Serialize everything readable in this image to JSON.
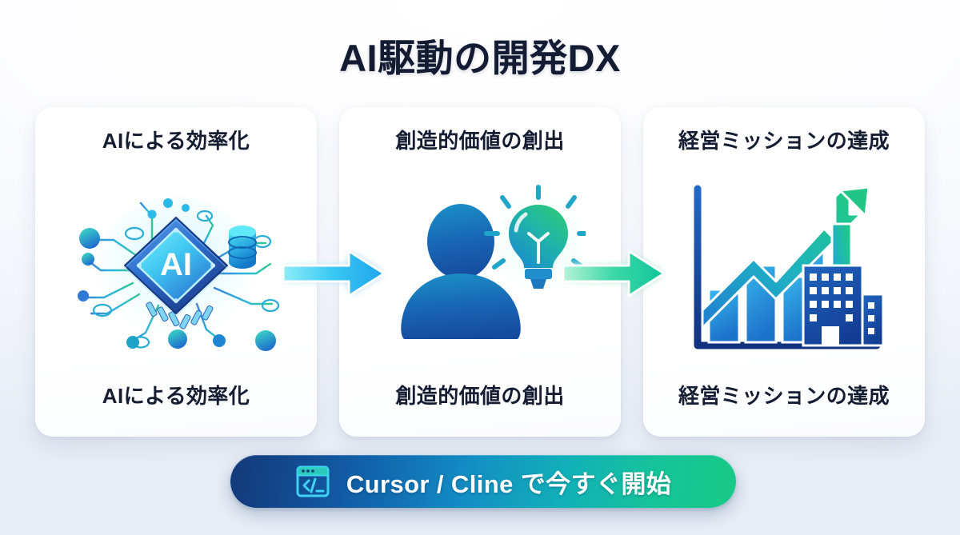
{
  "page": {
    "title": "AI駆動の開発DX",
    "background_top": "#ffffff",
    "background_bottom": "#e7ecf5",
    "text_color": "#151d33"
  },
  "cards": [
    {
      "heading": "AIによる効率化",
      "caption": "AIによる効率化",
      "icon": "ai-chip-circuit-icon",
      "icon_colors": {
        "chip": "#2f6fd0",
        "chip_face": "#4fd8f0",
        "accent": "#1fb6e8",
        "database": "#22c3ea"
      },
      "icon_label": "AI"
    },
    {
      "heading": "創造的価値の創出",
      "caption": "創造的価値の創出",
      "icon": "person-lightbulb-idea-icon",
      "icon_colors": {
        "person": "#1a5fae",
        "person_top": "#1787c0",
        "bulb_top": "#25c281",
        "bulb_bottom": "#1e8fd0"
      }
    },
    {
      "heading": "経営ミッションの達成",
      "caption": "経営ミッションの達成",
      "icon": "growth-chart-buildings-icon",
      "icon_colors": {
        "bars": "#2b9ede",
        "arrow": "#21c585",
        "buildings": "#1648a0",
        "axis": "#14307a"
      }
    }
  ],
  "arrows": [
    {
      "name": "arrow-card1-to-card2",
      "color_start": "#7fe7f5",
      "color_end": "#22a8ee"
    },
    {
      "name": "arrow-card2-to-card3",
      "color_start": "#a7f0d2",
      "color_end": "#15c79a"
    }
  ],
  "cta": {
    "label": "Cursor / Cline で今すぐ開始",
    "icon": "code-window-icon",
    "icon_glyph": "</_",
    "gradient_start": "#123a78",
    "gradient_end": "#18ca86",
    "text_color": "#ffffff"
  }
}
